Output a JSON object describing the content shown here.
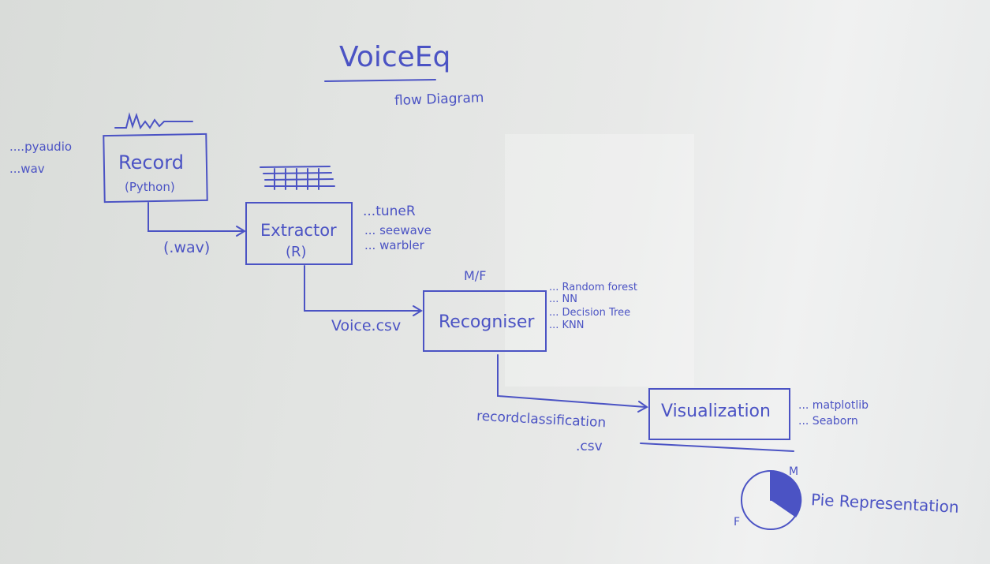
{
  "title": "VoiceEq",
  "subtitle": "flow Diagram",
  "nodes": {
    "record": {
      "label": "Record",
      "sublabel": "(Python)",
      "notes": [
        "....pyaudio",
        "...wav"
      ]
    },
    "extractor": {
      "label": "Extractor",
      "sublabel": "(R)",
      "notes": [
        "...tuneR",
        "... seewave",
        "... warbler"
      ]
    },
    "recogniser": {
      "label": "Recogniser",
      "top_note": "M/F",
      "notes": [
        "... Random forest",
        "... NN",
        "... Decision Tree",
        "... KNN"
      ]
    },
    "visualization": {
      "label": "Visualization",
      "notes": [
        "... matplotlib",
        "... Seaborn"
      ]
    }
  },
  "edges": {
    "record_to_extractor": "(.wav)",
    "extractor_to_recogniser": "Voice.csv",
    "recogniser_to_visualization_line1": "recordclassification",
    "recogniser_to_visualization_line2": ".csv"
  },
  "pie": {
    "label": "Pie Representation",
    "slice_m": "M",
    "slice_f": "F"
  },
  "colors": {
    "ink": "#4b53c4",
    "board": "#e4e6e4"
  }
}
